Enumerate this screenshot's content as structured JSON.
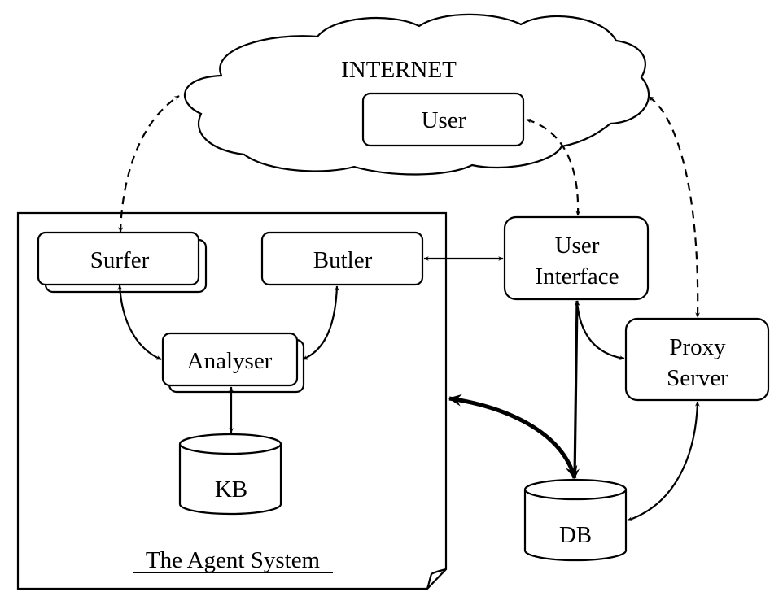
{
  "diagram": {
    "cloud": {
      "label": "INTERNET"
    },
    "agent_system": {
      "label": "The Agent System"
    },
    "nodes": {
      "user": "User",
      "surfer": "Surfer",
      "butler": "Butler",
      "analyser": "Analyser",
      "kb": "KB",
      "user_interface_line1": "User",
      "user_interface_line2": "Interface",
      "proxy_line1": "Proxy",
      "proxy_line2": "Server",
      "db": "DB"
    },
    "edges": [
      {
        "from": "Surfer",
        "to": "INTERNET",
        "style": "dashed",
        "direction": "both"
      },
      {
        "from": "User",
        "to": "User Interface",
        "style": "dashed",
        "direction": "both"
      },
      {
        "from": "INTERNET",
        "to": "Proxy Server",
        "style": "dashed",
        "direction": "both"
      },
      {
        "from": "Butler",
        "to": "User Interface",
        "style": "solid",
        "direction": "both"
      },
      {
        "from": "Surfer",
        "to": "Analyser",
        "style": "solid",
        "direction": "both"
      },
      {
        "from": "Butler",
        "to": "Analyser",
        "style": "solid",
        "direction": "both"
      },
      {
        "from": "Analyser",
        "to": "KB",
        "style": "solid",
        "direction": "both"
      },
      {
        "from": "User Interface",
        "to": "Proxy Server",
        "style": "solid",
        "direction": "both"
      },
      {
        "from": "User Interface",
        "to": "DB",
        "style": "solid",
        "direction": "both"
      },
      {
        "from": "The Agent System",
        "to": "DB",
        "style": "thick",
        "direction": "both"
      },
      {
        "from": "Proxy Server",
        "to": "DB",
        "style": "solid",
        "direction": "both"
      }
    ]
  }
}
